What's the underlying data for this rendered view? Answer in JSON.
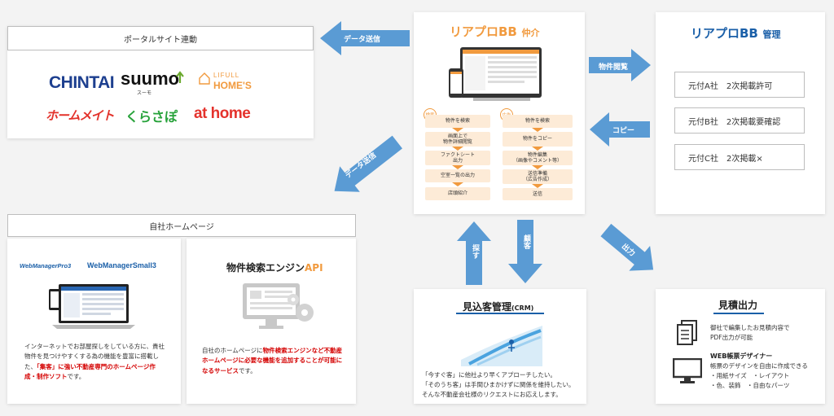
{
  "portal": {
    "title": "ポータルサイト連動",
    "logos": [
      "CHINTAI",
      "SUUMO",
      "スーモ",
      "LIFULL",
      "HOME'S",
      "ホームメイト",
      "くらさぽ",
      "at home"
    ]
  },
  "homepage": {
    "title": "自社ホームページ",
    "wm": {
      "logo_left": "WebManagerPro3",
      "logo_right": "WebManagerSmall3",
      "desc_1": "インターネットでお部屋探しをしている方に、貴社物件を見つけやすくする為の機能を豊富に搭載した、",
      "desc_red": "「集客」に強い不動産専門のホームページ作成・制作ソフト",
      "desc_2": "です。"
    },
    "api": {
      "title_main": "物件検索エンジン",
      "title_accent": "API",
      "desc_1": "自社のホームページに",
      "desc_red": "物件検索エンジンなど不動産ホームページに必要な機能を追加することが可能になるサービス",
      "desc_2": "です。"
    }
  },
  "center": {
    "title_main": "リアプロBB",
    "title_sub": "仲介",
    "badge_left": "検索",
    "badge_right": "広告",
    "flow_left": [
      "物件を検索",
      "画面上で\n物件詳細閲覧",
      "ファクトシート\n出力",
      "空室一覧の出力",
      "店頭紹介"
    ],
    "flow_right": [
      "物件を検索",
      "物件をコピー",
      "物件編集\n（画像やコメント等）",
      "送信準備\n（広告作成）",
      "送信"
    ]
  },
  "kanri": {
    "title_main": "リアプロBB",
    "title_sub": "管理",
    "companies": [
      "元付A社　2次掲載許可",
      "元付B社　2次掲載要確認",
      "元付C社　2次掲載×"
    ]
  },
  "crm": {
    "title_main": "見込客管理",
    "title_sub": "(CRM)",
    "line1": "「今すぐ客」に他社より早くアプローチしたい。",
    "line2": "「そのうち客」は手間ひまかけずに関係を維持したい。",
    "line3": "そんな不動産会社様のリクエストにお応えします。"
  },
  "estimate": {
    "title": "見積出力",
    "text1_line1": "御社で編集したお見積内容で",
    "text1_line2": "PDF出力が可能",
    "text2_title": "WEB帳票デザイナー",
    "text2_line1": "帳票のデザインを自由に作成できる",
    "text2_line2": "・用紙サイズ　・レイアウト",
    "text2_line3": "・色、装飾　・自由なパーツ"
  },
  "arrows": {
    "data_send_1": "データ送信",
    "data_send_2": "データ送信",
    "bukken_etsuran": "物件閲覧",
    "copy": "コピー",
    "sagasu": "探す",
    "kokyaku": "顧客",
    "shutsuryoku": "出力"
  },
  "colors": {
    "arrow": "#5a9bd4",
    "brand_orange": "#f19a3e",
    "brand_blue": "#1a5fa8",
    "red": "#d40000"
  }
}
